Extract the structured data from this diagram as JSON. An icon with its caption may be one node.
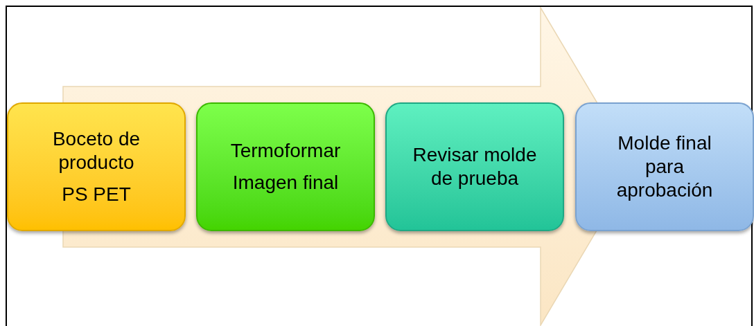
{
  "diagram": {
    "nodes": [
      {
        "text": [
          "Boceto de producto",
          "PS PET"
        ]
      },
      {
        "text": [
          "Termoformar",
          "Imagen final"
        ]
      },
      {
        "text": [
          "Revisar molde de prueba"
        ]
      },
      {
        "text": [
          "Molde final para aprobación"
        ]
      }
    ],
    "edges": [
      {
        "from": 0,
        "to": 3,
        "arrow": "to"
      }
    ]
  }
}
